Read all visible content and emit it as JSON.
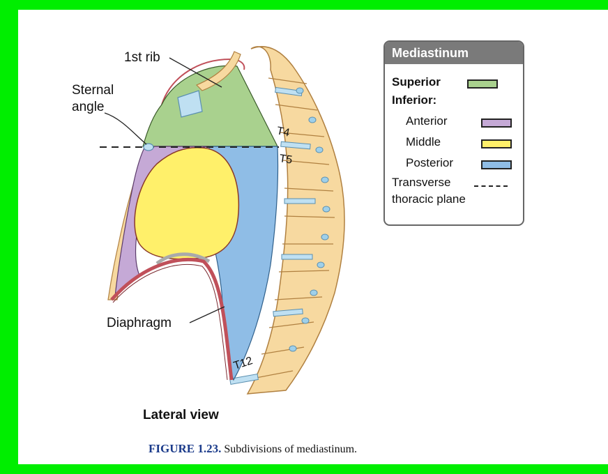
{
  "labels": {
    "first_rib": "1st rib",
    "sternal_angle_1": "Sternal",
    "sternal_angle_2": "angle",
    "diaphragm": "Diaphragm",
    "t4": "T4",
    "t5": "T5",
    "t12": "T12",
    "view": "Lateral view"
  },
  "legend": {
    "title": "Mediastinum",
    "superior": "Superior",
    "inferior": "Inferior:",
    "anterior": "Anterior",
    "middle": "Middle",
    "posterior": "Posterior",
    "transverse_1": "Transverse",
    "transverse_2": "thoracic plane"
  },
  "caption": {
    "figure": "FIGURE 1.23.",
    "text": "Subdivisions of mediastinum."
  },
  "colors": {
    "frame": "#00ee00",
    "superior": "#a9d18e",
    "anterior": "#c5a9d6",
    "middle": "#fff06a",
    "posterior": "#8fbde6",
    "bone": "#f7d9a0",
    "diaphragm": "#c0505a",
    "legend_header": "#7a7a7a"
  }
}
